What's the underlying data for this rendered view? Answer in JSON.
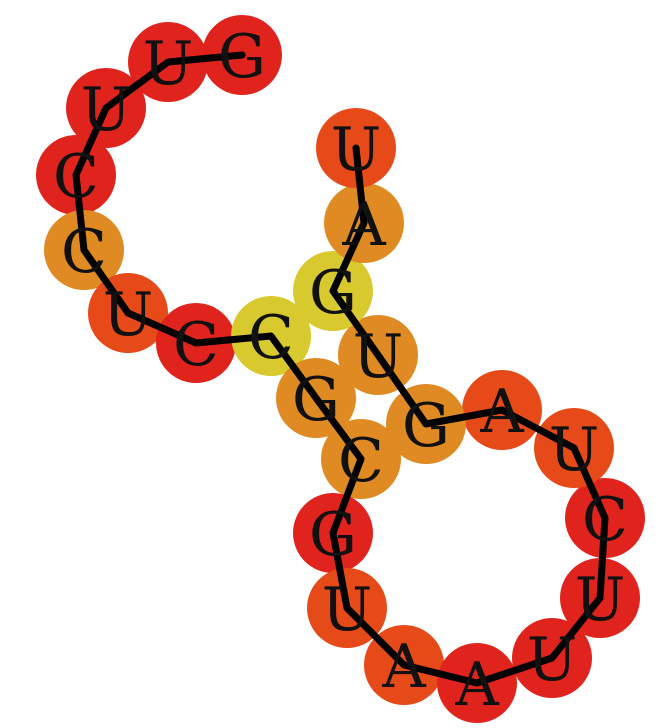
{
  "colors": {
    "red": "#e0231c",
    "red_orange": "#e64a19",
    "orange": "#df8a22",
    "yellow": "#d8c92e",
    "line": "#000000",
    "letter": "#111111"
  },
  "sequence": [
    {
      "base": "G",
      "color": "red"
    },
    {
      "base": "U",
      "color": "red"
    },
    {
      "base": "U",
      "color": "red"
    },
    {
      "base": "C",
      "color": "red"
    },
    {
      "base": "C",
      "color": "orange"
    },
    {
      "base": "U",
      "color": "red_orange"
    },
    {
      "base": "C",
      "color": "red"
    },
    {
      "base": "C",
      "color": "yellow"
    },
    {
      "base": "G",
      "color": "orange"
    },
    {
      "base": "C",
      "color": "orange"
    },
    {
      "base": "G",
      "color": "red"
    },
    {
      "base": "U",
      "color": "red_orange"
    },
    {
      "base": "A",
      "color": "red_orange"
    },
    {
      "base": "A",
      "color": "red"
    },
    {
      "base": "U",
      "color": "red"
    },
    {
      "base": "U",
      "color": "red"
    },
    {
      "base": "C",
      "color": "red"
    },
    {
      "base": "U",
      "color": "red_orange"
    },
    {
      "base": "A",
      "color": "red_orange"
    },
    {
      "base": "G",
      "color": "orange"
    },
    {
      "base": "U",
      "color": "orange"
    },
    {
      "base": "G",
      "color": "yellow"
    },
    {
      "base": "A",
      "color": "orange"
    },
    {
      "base": "U",
      "color": "red_orange"
    }
  ]
}
